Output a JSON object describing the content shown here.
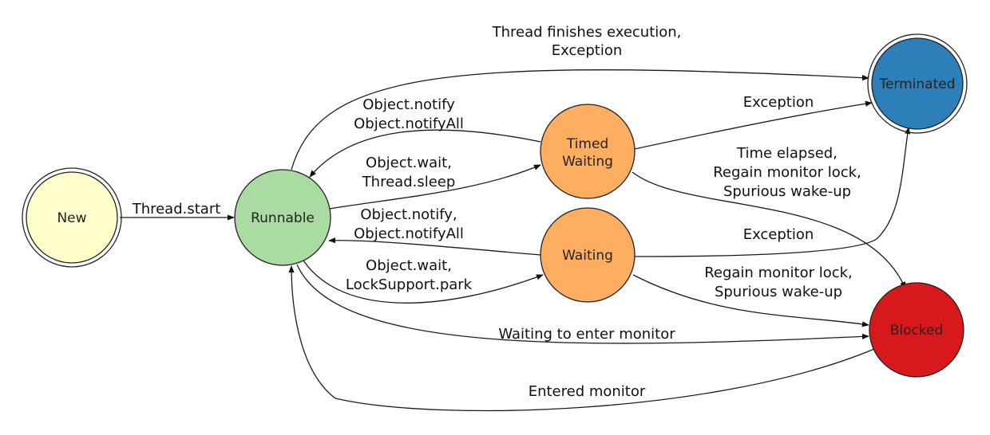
{
  "states": {
    "new": {
      "label": "New",
      "color": "#ffffcc"
    },
    "runnable": {
      "label": "Runnable",
      "color": "#a9dba2"
    },
    "timed_waiting": {
      "label_line1": "Timed",
      "label_line2": "Waiting",
      "color": "#fdae61"
    },
    "waiting": {
      "label": "Waiting",
      "color": "#fdae61"
    },
    "terminated": {
      "label": "Terminated",
      "color": "#2c7fb8"
    },
    "blocked": {
      "label": "Blocked",
      "color": "#d7191c"
    }
  },
  "transitions": {
    "thread_start": "Thread.start",
    "runnable_to_terminated": [
      "Thread finishes execution,",
      "Exception"
    ],
    "timed_to_runnable": [
      "Object.notify",
      "Object.notifyAll"
    ],
    "runnable_to_timed": [
      "Object.wait,",
      "Thread.sleep"
    ],
    "timed_to_terminated": "Exception",
    "timed_to_blocked": [
      "Time elapsed,",
      "Regain monitor lock,",
      "Spurious wake-up"
    ],
    "waiting_to_runnable": [
      "Object.notify,",
      "Object.notifyAll"
    ],
    "runnable_to_waiting": [
      "Object.wait,",
      "LockSupport.park"
    ],
    "waiting_to_terminated": "Exception",
    "waiting_to_blocked": [
      "Regain monitor lock,",
      "Spurious wake-up"
    ],
    "runnable_to_blocked": "Waiting to enter monitor",
    "blocked_to_runnable": "Entered monitor"
  }
}
